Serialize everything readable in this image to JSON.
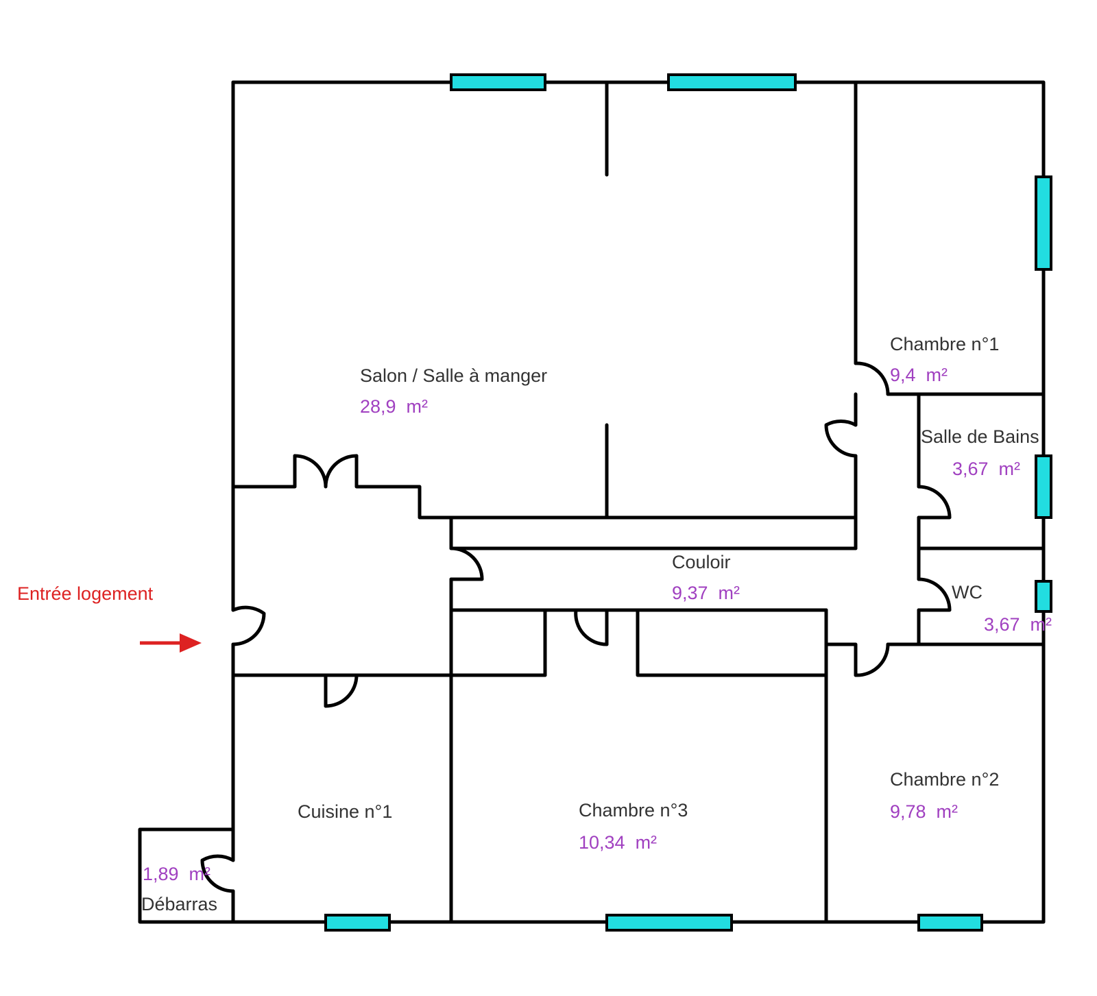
{
  "plan": {
    "entry_label": "Entrée logement",
    "rooms": [
      {
        "name": "Salon / Salle à manger",
        "area": "28,9  m²"
      },
      {
        "name": "Chambre n°1",
        "area": "9,4  m²"
      },
      {
        "name": "Salle de Bains",
        "area": "3,67  m²"
      },
      {
        "name": "WC",
        "area": "3,67  m²"
      },
      {
        "name": "Couloir",
        "area": "9,37  m²"
      },
      {
        "name": "Cuisine n°1",
        "area": ""
      },
      {
        "name": "Chambre n°3",
        "area": "10,34  m²"
      },
      {
        "name": "Chambre n°2",
        "area": "9,78  m²"
      },
      {
        "name": "Débarras",
        "area": "1,89  m²"
      }
    ],
    "colors": {
      "wall": "#000000",
      "window": "#22dde0",
      "area_text": "#a040c0",
      "entry": "#dd2222"
    }
  }
}
